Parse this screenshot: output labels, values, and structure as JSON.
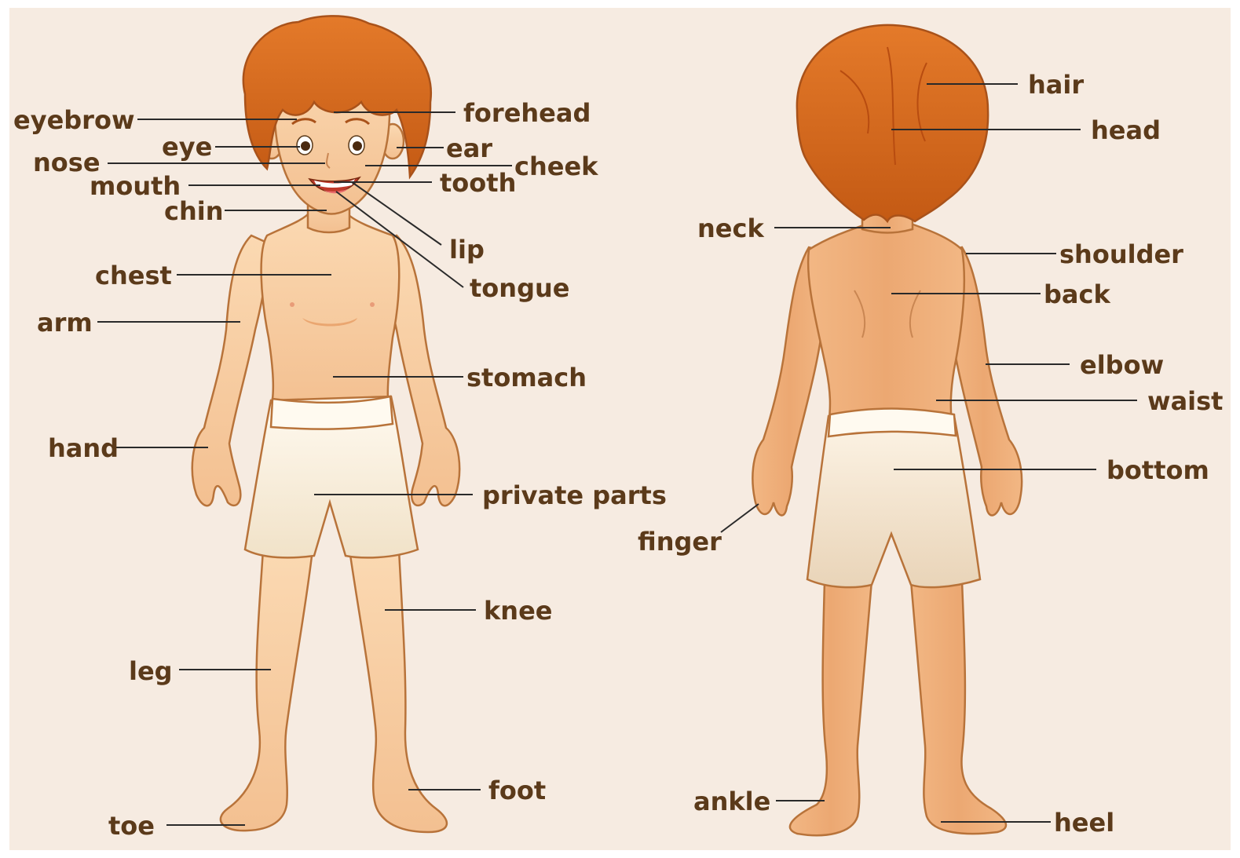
{
  "diagram": {
    "front_labels": {
      "eyebrow": "eyebrow",
      "forehead": "forehead",
      "eye": "eye",
      "ear": "ear",
      "nose": "nose",
      "cheek": "cheek",
      "mouth": "mouth",
      "tooth": "tooth",
      "chin": "chin",
      "lip": "lip",
      "tongue": "tongue",
      "chest": "chest",
      "arm": "arm",
      "stomach": "stomach",
      "hand": "hand",
      "private_parts": "private parts",
      "knee": "knee",
      "leg": "leg",
      "foot": "foot",
      "toe": "toe"
    },
    "back_labels": {
      "hair": "hair",
      "head": "head",
      "neck": "neck",
      "shoulder": "shoulder",
      "back": "back",
      "elbow": "elbow",
      "waist": "waist",
      "bottom": "bottom",
      "finger": "finger",
      "ankle": "ankle",
      "heel": "heel"
    },
    "colors": {
      "background": "#f6ebe1",
      "skin": "#f8cfa2",
      "skin_shade": "#eaa670",
      "hair": "#d8681e",
      "shorts": "#fbf2e2",
      "label": "#5b3a1a",
      "leader": "#2a2a2a"
    }
  }
}
